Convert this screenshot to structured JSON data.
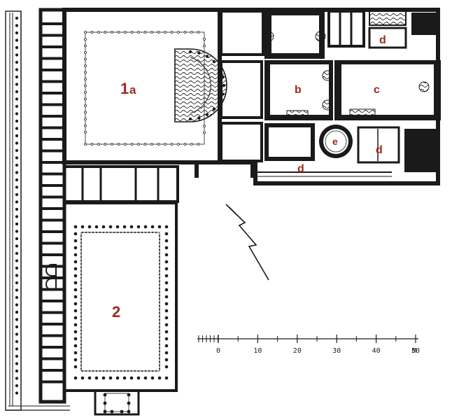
{
  "labels": {
    "room_1": "1",
    "room_1_sub": "a",
    "room_2": "2",
    "room_b": "b",
    "room_c": "c",
    "room_d_top": "d",
    "room_d_mid": "d",
    "room_d_bottom": "d",
    "room_e": "e"
  },
  "scale_bar": {
    "ticks": [
      "0",
      "10",
      "20",
      "30",
      "40",
      "50"
    ],
    "unit": "M"
  },
  "colors": {
    "wall": "#1a1a1a",
    "label": "#9b2b1e",
    "paper": "#ffffff"
  },
  "icons": {
    "north_arrow": "lightning-north-arrow",
    "pool_fill": "wave-hatching"
  }
}
